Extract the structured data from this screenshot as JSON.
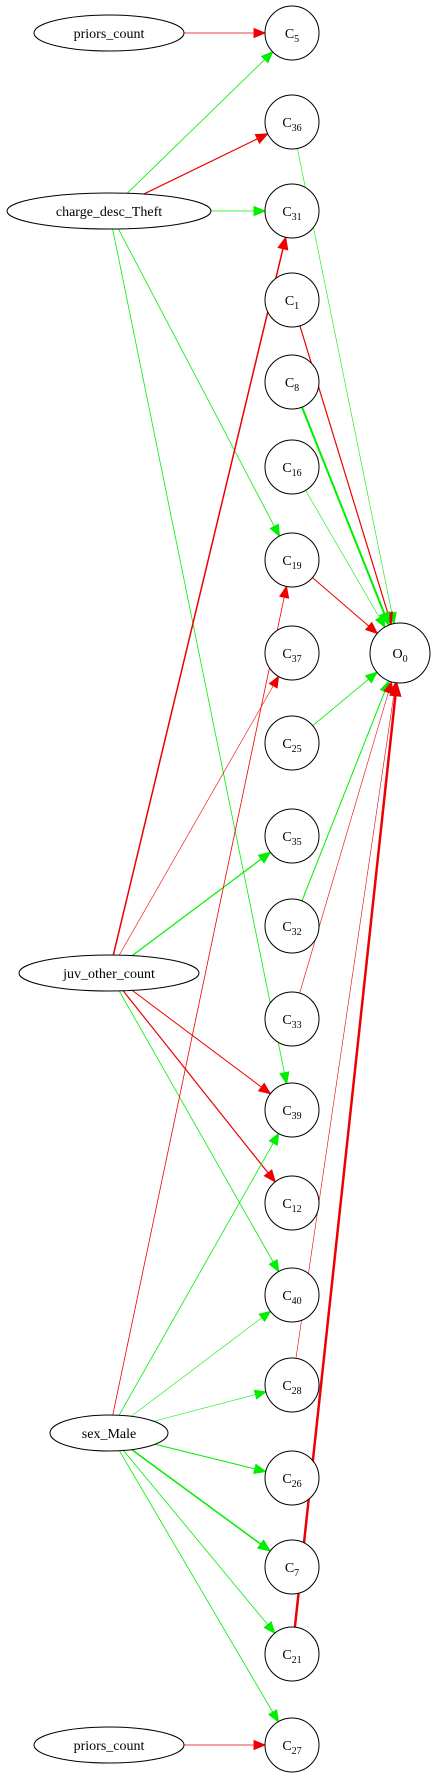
{
  "colors": {
    "positive": "#00ee00",
    "negative": "#ee0000",
    "stroke": "#000000"
  },
  "nodes": [
    {
      "id": "priors_count_top",
      "shape": "ellipse",
      "label": "priors_count",
      "sub": ""
    },
    {
      "id": "charge_desc_theft",
      "shape": "ellipse",
      "label": "charge_desc_Theft",
      "sub": ""
    },
    {
      "id": "juv_other_count",
      "shape": "ellipse",
      "label": "juv_other_count",
      "sub": ""
    },
    {
      "id": "sex_male",
      "shape": "ellipse",
      "label": "sex_Male",
      "sub": ""
    },
    {
      "id": "priors_count_bottom",
      "shape": "ellipse",
      "label": "priors_count",
      "sub": ""
    },
    {
      "id": "c5",
      "shape": "circle",
      "label": "C",
      "sub": "5"
    },
    {
      "id": "c36",
      "shape": "circle",
      "label": "C",
      "sub": "36"
    },
    {
      "id": "c31",
      "shape": "circle",
      "label": "C",
      "sub": "31"
    },
    {
      "id": "c1",
      "shape": "circle",
      "label": "C",
      "sub": "1"
    },
    {
      "id": "c8",
      "shape": "circle",
      "label": "C",
      "sub": "8"
    },
    {
      "id": "c16",
      "shape": "circle",
      "label": "C",
      "sub": "16"
    },
    {
      "id": "c19",
      "shape": "circle",
      "label": "C",
      "sub": "19"
    },
    {
      "id": "c37",
      "shape": "circle",
      "label": "C",
      "sub": "37"
    },
    {
      "id": "c25",
      "shape": "circle",
      "label": "C",
      "sub": "25"
    },
    {
      "id": "c35",
      "shape": "circle",
      "label": "C",
      "sub": "35"
    },
    {
      "id": "c32",
      "shape": "circle",
      "label": "C",
      "sub": "32"
    },
    {
      "id": "c33",
      "shape": "circle",
      "label": "C",
      "sub": "33"
    },
    {
      "id": "c39",
      "shape": "circle",
      "label": "C",
      "sub": "39"
    },
    {
      "id": "c12",
      "shape": "circle",
      "label": "C",
      "sub": "12"
    },
    {
      "id": "c40",
      "shape": "circle",
      "label": "C",
      "sub": "40"
    },
    {
      "id": "c28",
      "shape": "circle",
      "label": "C",
      "sub": "28"
    },
    {
      "id": "c26",
      "shape": "circle",
      "label": "C",
      "sub": "26"
    },
    {
      "id": "c7",
      "shape": "circle",
      "label": "C",
      "sub": "7"
    },
    {
      "id": "c21",
      "shape": "circle",
      "label": "C",
      "sub": "21"
    },
    {
      "id": "c27",
      "shape": "circle",
      "label": "C",
      "sub": "27"
    },
    {
      "id": "o0",
      "shape": "circle",
      "label": "O",
      "sub": "0"
    }
  ],
  "edges": [
    {
      "from": "priors_count_top",
      "to": "c5",
      "sign": "negative",
      "weight": 0.8
    },
    {
      "from": "charge_desc_theft",
      "to": "c5",
      "sign": "positive",
      "weight": 0.8
    },
    {
      "from": "charge_desc_theft",
      "to": "c36",
      "sign": "negative",
      "weight": 1.2
    },
    {
      "from": "charge_desc_theft",
      "to": "c31",
      "sign": "positive",
      "weight": 0.8
    },
    {
      "from": "charge_desc_theft",
      "to": "c19",
      "sign": "positive",
      "weight": 0.8
    },
    {
      "from": "charge_desc_theft",
      "to": "c39",
      "sign": "positive",
      "weight": 0.8
    },
    {
      "from": "juv_other_count",
      "to": "c31",
      "sign": "negative",
      "weight": 1.5
    },
    {
      "from": "juv_other_count",
      "to": "c37",
      "sign": "negative",
      "weight": 0.6
    },
    {
      "from": "juv_other_count",
      "to": "c35",
      "sign": "positive",
      "weight": 1.2
    },
    {
      "from": "juv_other_count",
      "to": "c39",
      "sign": "negative",
      "weight": 1.0
    },
    {
      "from": "juv_other_count",
      "to": "c12",
      "sign": "negative",
      "weight": 1.2
    },
    {
      "from": "juv_other_count",
      "to": "c40",
      "sign": "positive",
      "weight": 0.8
    },
    {
      "from": "sex_male",
      "to": "c19",
      "sign": "negative",
      "weight": 0.8
    },
    {
      "from": "sex_male",
      "to": "c39",
      "sign": "positive",
      "weight": 0.8
    },
    {
      "from": "sex_male",
      "to": "c40",
      "sign": "positive",
      "weight": 0.6
    },
    {
      "from": "sex_male",
      "to": "c28",
      "sign": "positive",
      "weight": 0.6
    },
    {
      "from": "sex_male",
      "to": "c26",
      "sign": "positive",
      "weight": 1.0
    },
    {
      "from": "sex_male",
      "to": "c7",
      "sign": "positive",
      "weight": 1.5
    },
    {
      "from": "sex_male",
      "to": "c21",
      "sign": "positive",
      "weight": 0.8
    },
    {
      "from": "sex_male",
      "to": "c27",
      "sign": "positive",
      "weight": 0.8
    },
    {
      "from": "priors_count_bottom",
      "to": "c27",
      "sign": "negative",
      "weight": 0.8
    },
    {
      "from": "c36",
      "to": "o0",
      "sign": "positive",
      "weight": 0.6
    },
    {
      "from": "c1",
      "to": "o0",
      "sign": "negative",
      "weight": 1.2
    },
    {
      "from": "c8",
      "to": "o0",
      "sign": "positive",
      "weight": 2.0
    },
    {
      "from": "c16",
      "to": "o0",
      "sign": "positive",
      "weight": 0.6
    },
    {
      "from": "c19",
      "to": "o0",
      "sign": "negative",
      "weight": 1.0
    },
    {
      "from": "c25",
      "to": "o0",
      "sign": "positive",
      "weight": 0.8
    },
    {
      "from": "c32",
      "to": "o0",
      "sign": "positive",
      "weight": 1.0
    },
    {
      "from": "c33",
      "to": "o0",
      "sign": "negative",
      "weight": 0.6
    },
    {
      "from": "c28",
      "to": "o0",
      "sign": "negative",
      "weight": 0.6
    },
    {
      "from": "c21",
      "to": "o0",
      "sign": "negative",
      "weight": 2.5
    }
  ]
}
